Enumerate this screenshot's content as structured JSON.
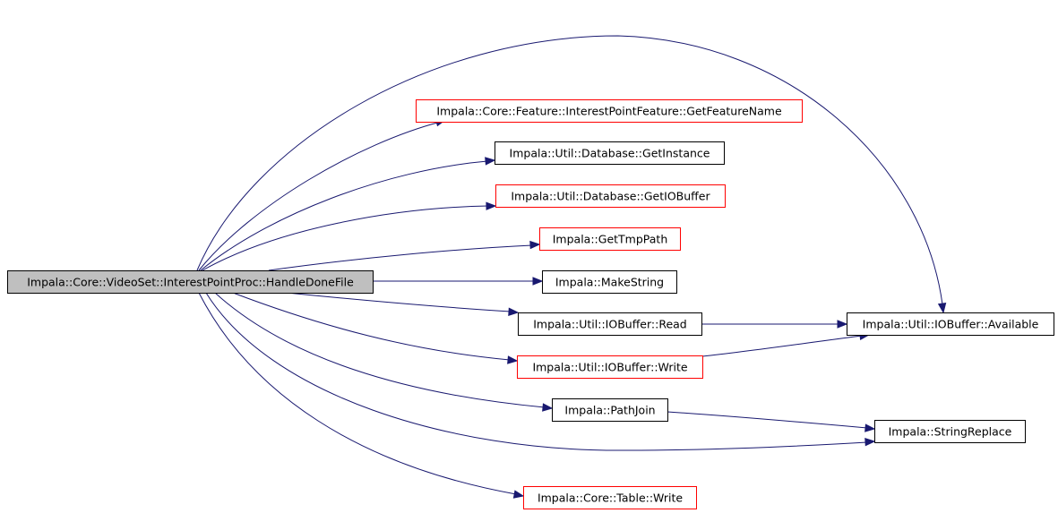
{
  "colors": {
    "edge": "#191970",
    "root_fill": "#bfbfbf",
    "root_border": "#000000",
    "linked_border": "#000000",
    "external_border": "#ff0000",
    "node_fill": "#ffffff"
  },
  "nodes": {
    "root": {
      "label": "Impala::Core::VideoSet::InterestPointProc::HandleDoneFile",
      "kind": "root"
    },
    "getFeatureName": {
      "label": "Impala::Core::Feature::InterestPointFeature::GetFeatureName",
      "kind": "external"
    },
    "getInstance": {
      "label": "Impala::Util::Database::GetInstance",
      "kind": "linked"
    },
    "getIOBuffer": {
      "label": "Impala::Util::Database::GetIOBuffer",
      "kind": "external"
    },
    "getTmpPath": {
      "label": "Impala::GetTmpPath",
      "kind": "external"
    },
    "makeString": {
      "label": "Impala::MakeString",
      "kind": "linked"
    },
    "ioRead": {
      "label": "Impala::Util::IOBuffer::Read",
      "kind": "linked"
    },
    "ioWrite": {
      "label": "Impala::Util::IOBuffer::Write",
      "kind": "external"
    },
    "pathJoin": {
      "label": "Impala::PathJoin",
      "kind": "linked"
    },
    "tableWrite": {
      "label": "Impala::Core::Table::Write",
      "kind": "external"
    },
    "available": {
      "label": "Impala::Util::IOBuffer::Available",
      "kind": "linked"
    },
    "stringReplace": {
      "label": "Impala::StringReplace",
      "kind": "linked"
    }
  },
  "edges": [
    {
      "from": "root",
      "to": "available"
    },
    {
      "from": "root",
      "to": "getFeatureName"
    },
    {
      "from": "root",
      "to": "getInstance"
    },
    {
      "from": "root",
      "to": "getIOBuffer"
    },
    {
      "from": "root",
      "to": "getTmpPath"
    },
    {
      "from": "root",
      "to": "makeString"
    },
    {
      "from": "root",
      "to": "ioRead"
    },
    {
      "from": "root",
      "to": "ioWrite"
    },
    {
      "from": "root",
      "to": "pathJoin"
    },
    {
      "from": "root",
      "to": "stringReplace"
    },
    {
      "from": "root",
      "to": "tableWrite"
    },
    {
      "from": "ioRead",
      "to": "available"
    },
    {
      "from": "ioWrite",
      "to": "available"
    },
    {
      "from": "pathJoin",
      "to": "stringReplace"
    }
  ]
}
